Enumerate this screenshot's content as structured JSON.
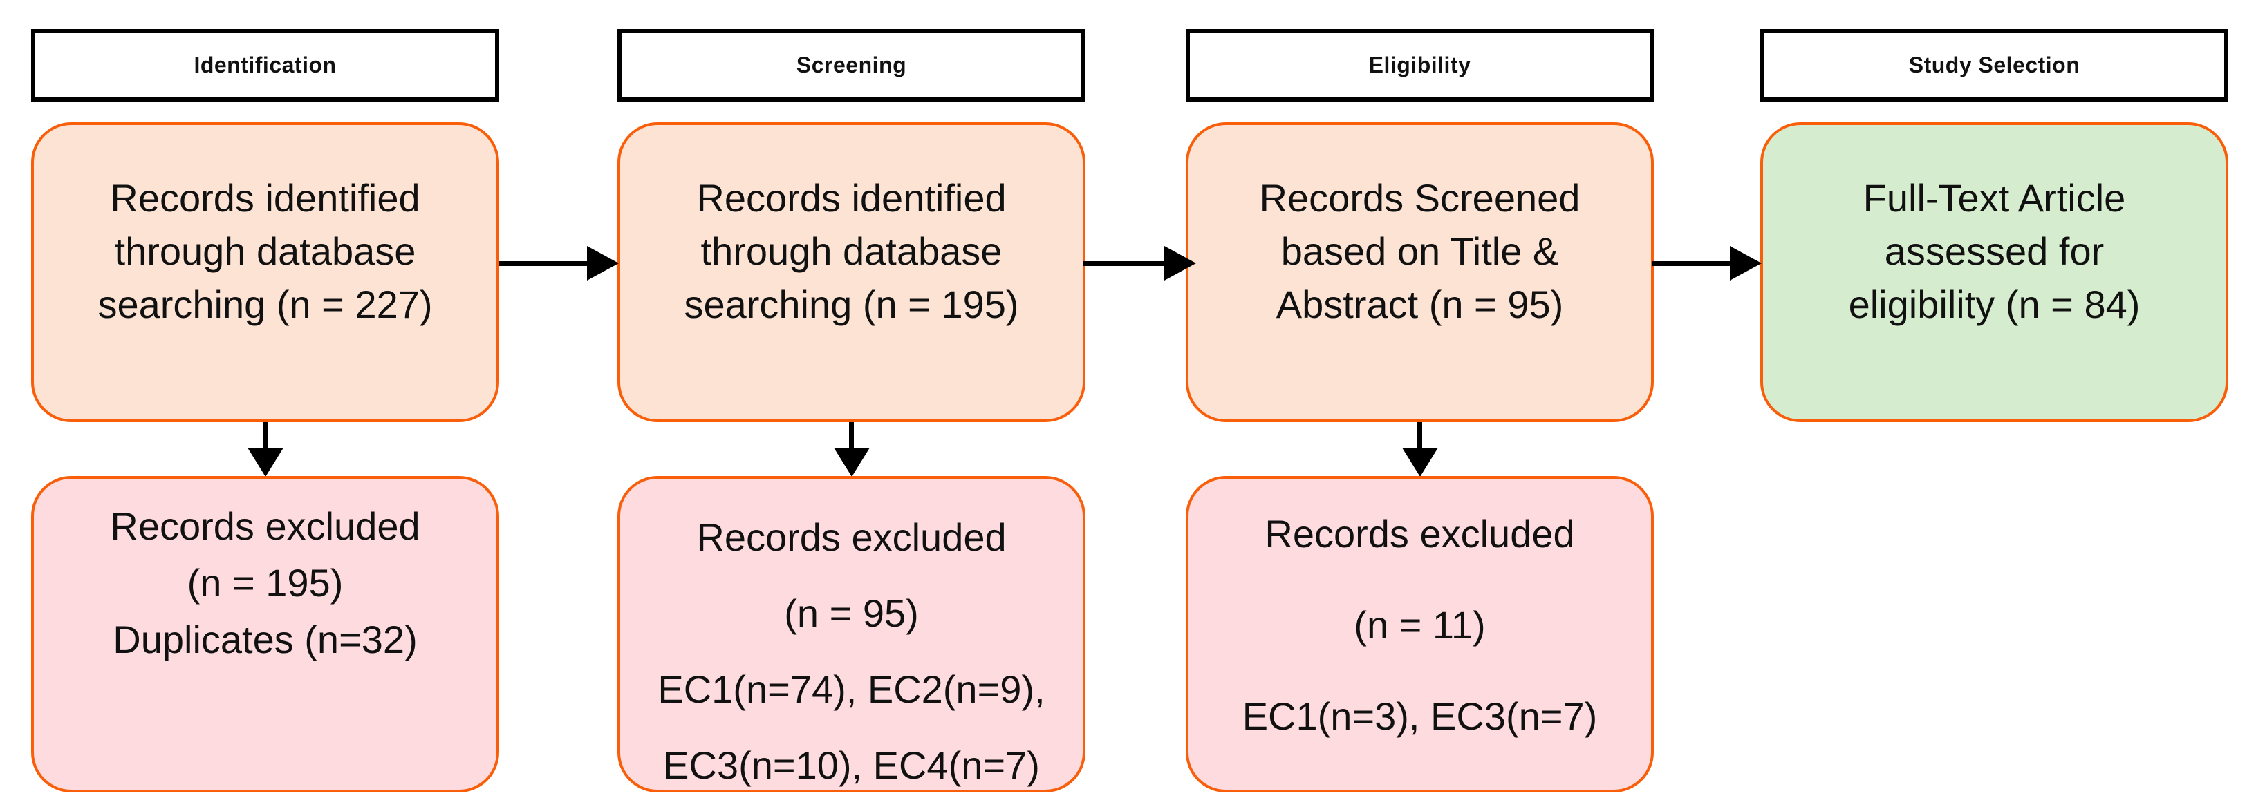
{
  "colors": {
    "box-border": "#f95f0a",
    "orange-fill": "#fce3d4",
    "pink-fill": "#fddbdf",
    "green-fill": "#d5ecce",
    "header-fill": "#ffffff",
    "header-border": "#000000",
    "arrow": "#000000",
    "text": "#111111"
  },
  "columns": [
    {
      "header": "Identification",
      "top_box": {
        "lines": [
          "Records identified",
          "through database",
          "searching (n = 227)"
        ]
      },
      "bottom_box": {
        "lines": [
          "Records excluded",
          "(n = 195)",
          "Duplicates (n=32)"
        ]
      }
    },
    {
      "header": "Screening",
      "top_box": {
        "lines": [
          "Records identified",
          "through database",
          "searching (n = 195)"
        ]
      },
      "bottom_box": {
        "lines": [
          "Records excluded",
          "(n = 95)",
          "EC1(n=74), EC2(n=9),",
          "EC3(n=10), EC4(n=7)"
        ]
      }
    },
    {
      "header": "Eligibility",
      "top_box": {
        "lines": [
          "Records Screened",
          "based on Title &",
          "Abstract (n = 95)"
        ]
      },
      "bottom_box": {
        "lines": [
          "Records excluded",
          "(n = 11)",
          "EC1(n=3), EC3(n=7)"
        ]
      }
    },
    {
      "header": "Study Selection",
      "top_box": {
        "lines": [
          "Full-Text Article",
          "assessed for",
          "eligibility (n = 84)"
        ]
      }
    }
  ]
}
